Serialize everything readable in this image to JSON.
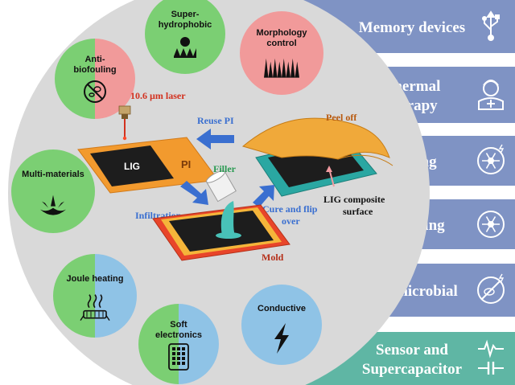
{
  "properties": [
    {
      "id": "superhydrophobic",
      "lines": [
        "Super-",
        "hydrophobic"
      ],
      "colors": [
        "#7bcf73",
        "#7bcf73"
      ],
      "icon": "droplet-icon"
    },
    {
      "id": "morphology",
      "lines": [
        "Morphology",
        "control"
      ],
      "colors": [
        "#f19a9a",
        "#f19a9a"
      ],
      "icon": "spikes-icon"
    },
    {
      "id": "antibiofouling",
      "lines": [
        "Anti-",
        "biofouling"
      ],
      "colors": [
        "#7bcf73",
        "#f19a9a"
      ],
      "icon": "no-bacteria-icon"
    },
    {
      "id": "multimaterials",
      "lines": [
        "Multi-materials"
      ],
      "colors": [
        "#7bcf73",
        "#7bcf73"
      ],
      "icon": "splash-icon"
    },
    {
      "id": "jouleheating",
      "lines": [
        "Joule heating"
      ],
      "colors": [
        "#7bcf73",
        "#8fc3e6"
      ],
      "icon": "heater-icon"
    },
    {
      "id": "softelectronics",
      "lines": [
        "Soft",
        "electronics"
      ],
      "colors": [
        "#7bcf73",
        "#8fc3e6"
      ],
      "icon": "tablet-icon"
    },
    {
      "id": "conductive",
      "lines": [
        "Conductive"
      ],
      "colors": [
        "#8fc3e6",
        "#8fc3e6"
      ],
      "icon": "lightning-icon"
    }
  ],
  "process": {
    "laser": "10.6 µm laser",
    "lig": "LIG",
    "pi": "PI",
    "reuse": "Reuse PI",
    "peel": "Peel off",
    "filler": "Filler",
    "infiltration": "Infiltration",
    "cure_line1": "Cure and flip",
    "cure_line2": "over",
    "mold": "Mold",
    "composite_line1": "LIG composite",
    "composite_line2": "surface"
  },
  "applications": [
    {
      "id": "memory",
      "lines": [
        "Memory devices"
      ],
      "icon": "usb-icon"
    },
    {
      "id": "thermal",
      "lines": [
        "Thermal",
        "therapy"
      ],
      "icon": "doctor-icon"
    },
    {
      "id": "deicing",
      "lines": [
        "Deicing"
      ],
      "icon": "snowflake-melt-icon"
    },
    {
      "id": "antiicing",
      "lines": [
        "Anti-icing"
      ],
      "icon": "snowflake-icon"
    },
    {
      "id": "antimicrobial",
      "lines": [
        "Antimicrobial"
      ],
      "icon": "no-microbe-icon"
    },
    {
      "id": "sensor",
      "lines": [
        "Sensor and",
        "Supercapacitor"
      ],
      "icon": "sensor-capacitor-icon"
    }
  ],
  "colors": {
    "app_bar": "#7f93c4",
    "app_bar_last": "#5fb6a4",
    "disk": "#d9d9d9",
    "pi_orange": "#f29a2e",
    "mold_red": "#e8452a",
    "teal": "#2aa7a2",
    "arrow_blue": "#3a6fd0",
    "laser_red": "#d2311f"
  }
}
